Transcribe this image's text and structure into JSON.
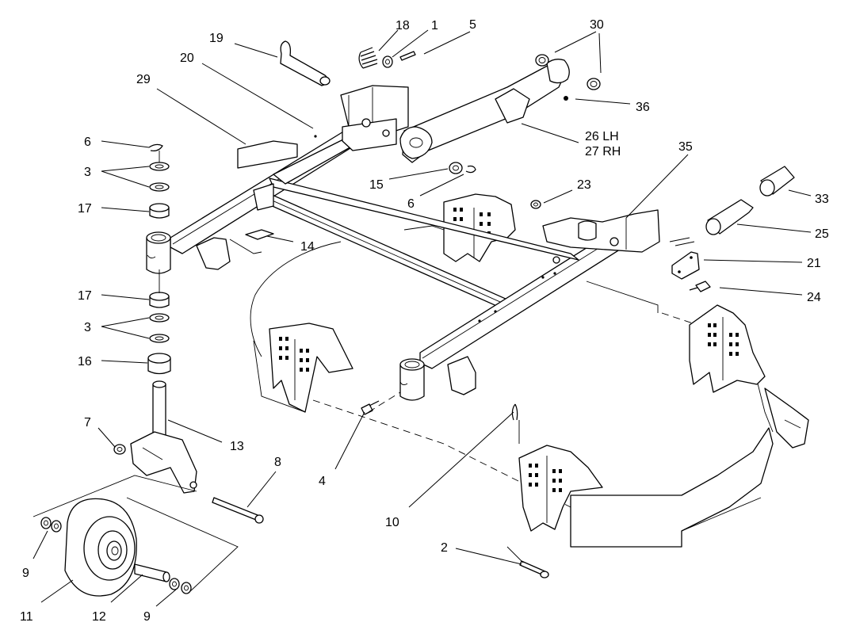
{
  "callouts": {
    "c1": "1",
    "c2": "2",
    "c3a": "3",
    "c3b": "3",
    "c4": "4",
    "c5": "5",
    "c6a": "6",
    "c6b": "6",
    "c7": "7",
    "c8": "8",
    "c9a": "9",
    "c9b": "9",
    "c10": "10",
    "c11": "11",
    "c12": "12",
    "c13": "13",
    "c14": "14",
    "c15": "15",
    "c16": "16",
    "c17a": "17",
    "c17b": "17",
    "c18": "18",
    "c19": "19",
    "c20": "20",
    "c21": "21",
    "c23": "23",
    "c24": "24",
    "c25": "25",
    "c26": "26 LH",
    "c27": "27 RH",
    "c29": "29",
    "c30": "30",
    "c33": "33",
    "c35": "35",
    "c36": "36"
  }
}
